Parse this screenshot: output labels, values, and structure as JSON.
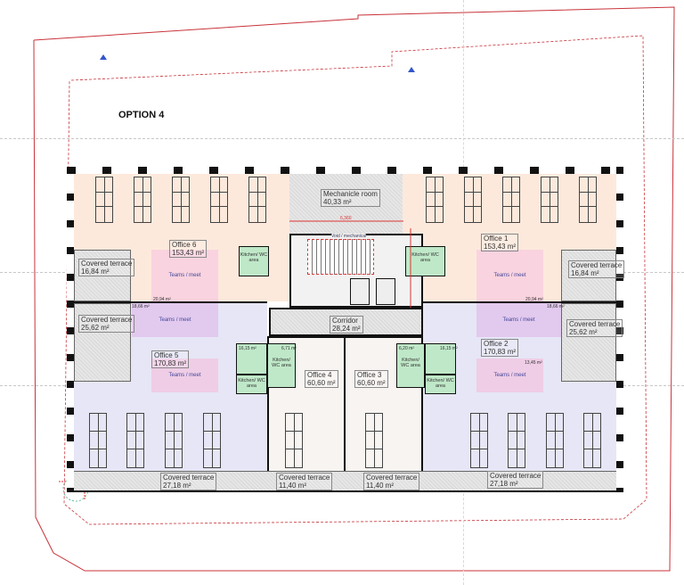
{
  "title": "OPTION 4",
  "rooms": {
    "office6": {
      "name": "Office 6",
      "area": "153,43 m²"
    },
    "office1": {
      "name": "Office 1",
      "area": "153,43 m²"
    },
    "office5": {
      "name": "Office 5",
      "area": "170,83 m²"
    },
    "office2": {
      "name": "Office 2",
      "area": "170,83 m²"
    },
    "office4": {
      "name": "Office 4",
      "area": "60,60 m²"
    },
    "office3": {
      "name": "Office 3",
      "area": "60,60 m²"
    },
    "mechanical": {
      "name": "Mechanicle room",
      "area": "40,33 m²"
    },
    "corridor": {
      "name": "Corridor",
      "area": "28,24 m²"
    },
    "terrace_tl": {
      "name": "Covered terrace",
      "area": "16,84 m²"
    },
    "terrace_tr": {
      "name": "Covered terrace",
      "area": "16,84 m²"
    },
    "terrace_ml": {
      "name": "Covered terrace",
      "area": "25,62 m²"
    },
    "terrace_mr": {
      "name": "Covered terrace",
      "area": "25,62 m²"
    },
    "terrace_bl": {
      "name": "Covered terrace",
      "area": "27,18 m²"
    },
    "terrace_b4": {
      "name": "Covered terrace",
      "area": "11,40 m²"
    },
    "terrace_b3": {
      "name": "Covered terrace",
      "area": "11,40 m²"
    },
    "terrace_br": {
      "name": "Covered terrace",
      "area": "27,18 m²"
    }
  },
  "meet_label": "Teams / meet",
  "kitchen_label": "Kitchen/ WC area",
  "void_label": "Void / mechanical",
  "small_areas": {
    "a": "20,94 m²",
    "b": "18,66 m²",
    "c": "20,94 m²",
    "d": "18,66 m²",
    "e": "13,45 m²",
    "f": "16,15 m²",
    "g": "6,71 m²",
    "h": "16,15 m²",
    "i": "6,20 m²"
  },
  "dimension": "6,360",
  "colors": {
    "office_top": "#fde9dc",
    "office_bottom": "#e6e6f6",
    "office_center": "#f7f4f1",
    "meet_pink": "#f7cde0",
    "meet_purple": "#e0c8ee",
    "kitchen": "#bfe8c8",
    "boundary": "#c8333a"
  }
}
